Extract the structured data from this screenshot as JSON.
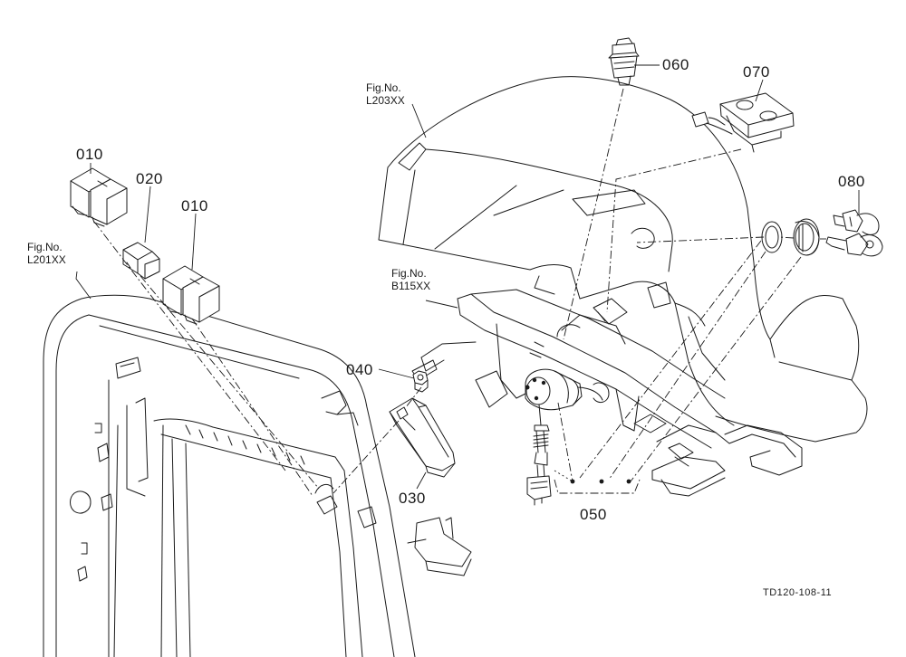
{
  "part_numbers": {
    "p010a": "010",
    "p020": "020",
    "p010b": "010",
    "p040": "040",
    "p030": "030",
    "p050": "050",
    "p060": "060",
    "p070": "070",
    "p080": "080"
  },
  "figure_refs": {
    "l203": {
      "line1": "Fig.No.",
      "line2": "L203XX"
    },
    "l201": {
      "line1": "Fig.No.",
      "line2": "L201XX"
    },
    "b115": {
      "line1": "Fig.No.",
      "line2": "B115XX"
    }
  },
  "drawing_code": "TD120-108-11"
}
